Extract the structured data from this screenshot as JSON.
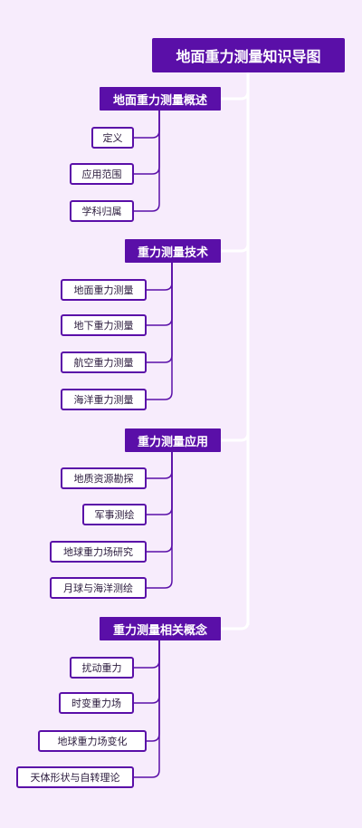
{
  "mindmap": {
    "title": "地面重力测量知识导图",
    "branches": [
      {
        "label": "地面重力测量概述",
        "children": [
          "定义",
          "应用范围",
          "学科归属"
        ]
      },
      {
        "label": "重力测量技术",
        "children": [
          "地面重力测量",
          "地下重力测量",
          "航空重力测量",
          "海洋重力测量"
        ]
      },
      {
        "label": "重力测量应用",
        "children": [
          "地质资源勘探",
          "军事测绘",
          "地球重力场研究",
          "月球与海洋测绘"
        ]
      },
      {
        "label": "重力测量相关概念",
        "children": [
          "扰动重力",
          "时变重力场",
          "地球重力场变化",
          "天体形状与自转理论"
        ]
      }
    ]
  },
  "colors": {
    "background": "#f7ecfc",
    "node_fill": "#5a0fa8",
    "trunk_line": "#ffffff",
    "leaf_line": "#5a0fa8"
  }
}
